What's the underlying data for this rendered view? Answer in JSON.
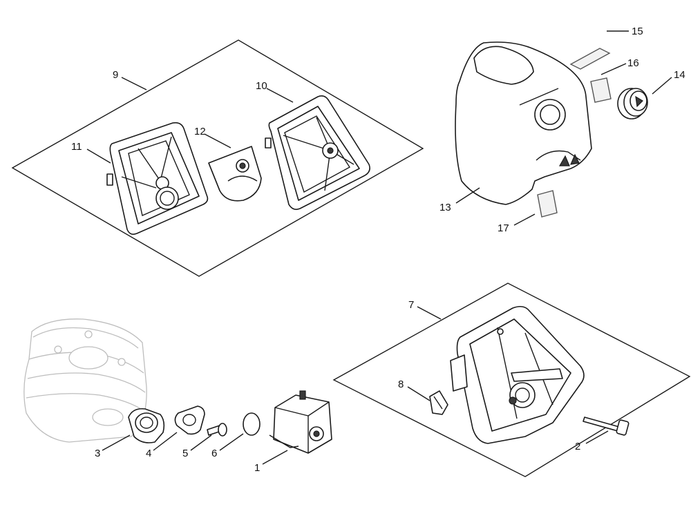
{
  "callouts": {
    "c1": "1",
    "c2": "2",
    "c3": "3",
    "c4": "4",
    "c5": "5",
    "c6": "6",
    "c7": "7",
    "c8": "8",
    "c9": "9",
    "c10": "10",
    "c11": "11",
    "c12": "12",
    "c13": "13",
    "c14": "14",
    "c15": "15",
    "c16": "16",
    "c17": "17"
  },
  "colors": {
    "line": "#1a1a1a",
    "ghost": "#bdbdbd",
    "fill": "#ffffff"
  }
}
